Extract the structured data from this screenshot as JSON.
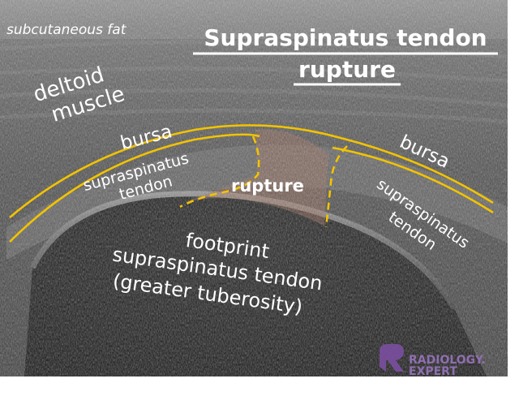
{
  "title": {
    "line1": "Supraspinatus tendon",
    "line2": "rupture"
  },
  "labels": {
    "subcutaneous_fat": "subcutaneous fat",
    "deltoid_line1": "deltoid",
    "deltoid_line2": "muscle",
    "bursa_left": "bursa",
    "bursa_right": "bursa",
    "supraspinatus_left_line1": "supraspinatus",
    "supraspinatus_left_line2": "tendon",
    "supraspinatus_right_line1": "supraspinatus",
    "supraspinatus_right_line2": "tendon",
    "rupture": "rupture",
    "footprint_line1": "footprint",
    "footprint_line2": "supraspinatus tendon",
    "footprint_line3": "(greater tuberosity)"
  },
  "logo": {
    "line1": "RADIOLOGY.",
    "line2": "EXPERT"
  },
  "colors": {
    "bursa_line": "#f2c300",
    "rupture_outline": "#f2c300",
    "rupture_fill": "#a06a55",
    "logo_accent": "#7a4fa0",
    "logo_text": "#8f6fb0"
  }
}
